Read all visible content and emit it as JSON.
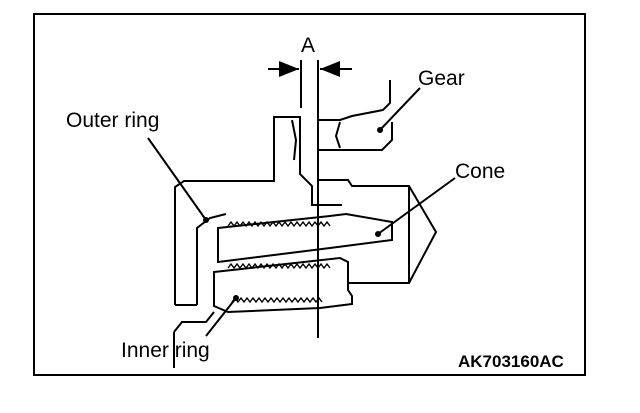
{
  "labels": {
    "dimension": "A",
    "gear": "Gear",
    "outer_ring": "Outer ring",
    "cone": "Cone",
    "inner_ring": "Inner ring",
    "figure_code": "AK703160AC"
  }
}
